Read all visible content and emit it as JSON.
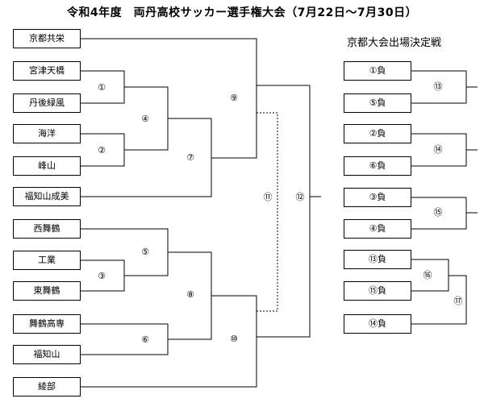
{
  "title": "令和4年度　両丹高校サッカー選手権大会（7月22日～7月30日）",
  "subtitle": "京都大会出場決定戦",
  "main_bracket": {
    "teams": [
      "京都共栄",
      "宮津天橋",
      "丹後緑風",
      "海洋",
      "峰山",
      "福知山成美",
      "西舞鶴",
      "工業",
      "東舞鶴",
      "舞鶴高専",
      "福知山",
      "綾部"
    ],
    "matches": [
      "①",
      "②",
      "③",
      "④",
      "⑤",
      "⑥",
      "⑦",
      "⑧",
      "⑨",
      "⑩",
      "⑪",
      "⑫"
    ]
  },
  "qualifier_bracket": {
    "slots": [
      "①負",
      "⑤負",
      "②負",
      "⑥負",
      "③負",
      "④負",
      "⑬負",
      "⑮負",
      "⑭負"
    ],
    "matches": [
      "⑬",
      "⑭",
      "⑮",
      "⑯",
      "⑰"
    ]
  }
}
